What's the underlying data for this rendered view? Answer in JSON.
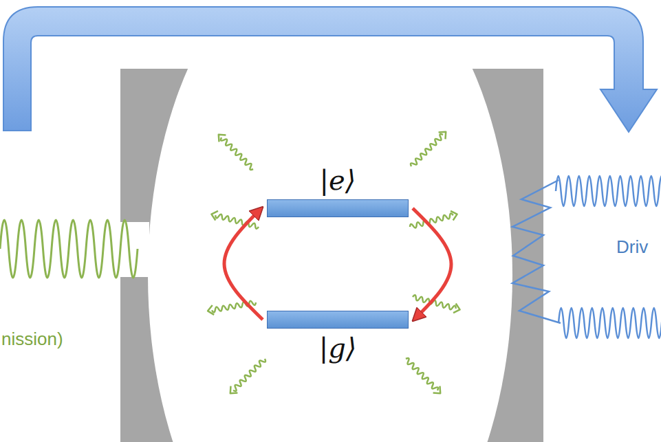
{
  "diagram": {
    "nodes": [
      {
        "text": [
          "|e⟩"
        ]
      },
      {
        "text": [
          "|g⟩"
        ]
      }
    ],
    "edges": [
      {
        "from": 1,
        "to": 0,
        "arrow": "to"
      },
      {
        "from": 0,
        "to": 1,
        "arrow": "to"
      }
    ],
    "labels": [
      "nission)",
      "Driv"
    ]
  }
}
